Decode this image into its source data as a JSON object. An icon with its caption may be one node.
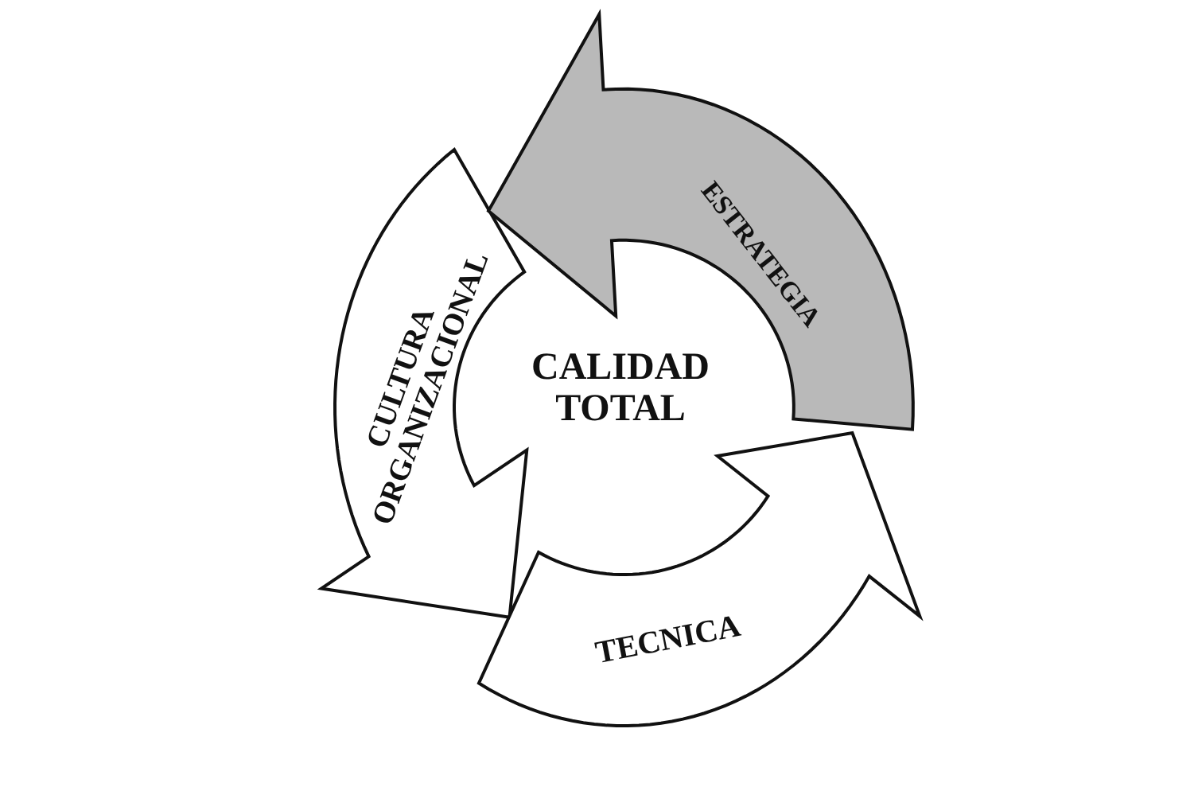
{
  "diagram": {
    "nodes": [
      {
        "text": [
          "ESTRATEGIA"
        ]
      },
      {
        "text": [
          "CULTURA ORGANIZACIONAL"
        ]
      },
      {
        "text": [
          "TECNICA"
        ]
      }
    ],
    "labels": [
      "CALIDAD TOTAL"
    ]
  }
}
